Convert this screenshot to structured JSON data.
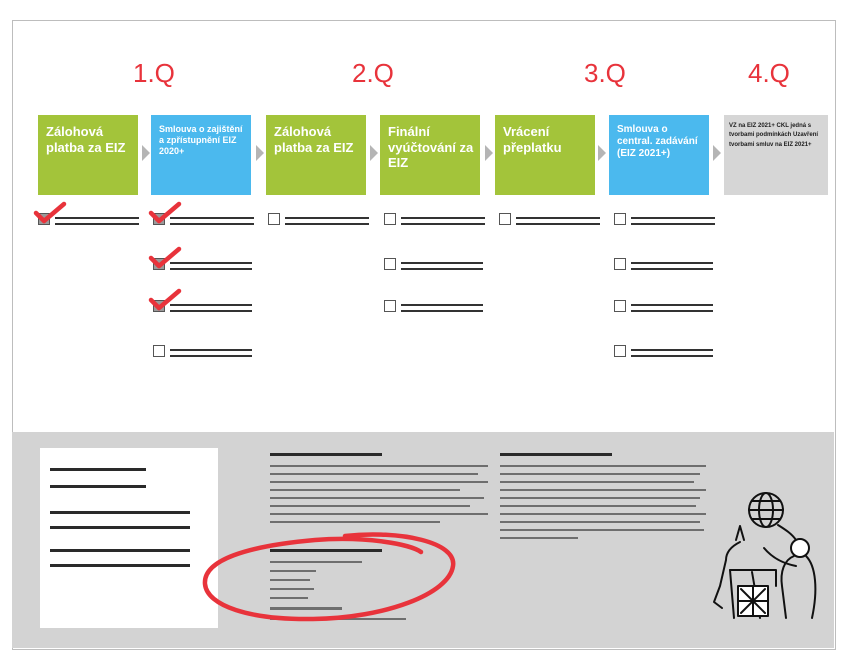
{
  "quarters": [
    "1.Q",
    "2.Q",
    "3.Q",
    "4.Q"
  ],
  "steps": [
    {
      "label": "Zálohová platba za EIZ",
      "color": "#a3c43a"
    },
    {
      "label": "Smlouva o zajištění a zpřístupnění EIZ 2020+",
      "color": "#4bb9ee"
    },
    {
      "label": "Zálohová platba za EIZ",
      "color": "#a3c43a"
    },
    {
      "label": "Finální vyúčtování za EIZ",
      "color": "#a3c43a"
    },
    {
      "label": "Vrácení přeplatku",
      "color": "#a3c43a"
    },
    {
      "label": "Smlouva o central. zadávání (EIZ 2021+)",
      "color": "#4bb9ee"
    },
    {
      "label": "VZ na EIZ 2021+ CKL jedná s tvorbami podmínkách Uzavření tvorbami smluv na EIZ 2021+",
      "color": "#d6d6d6"
    }
  ],
  "colors": {
    "quarter_text": "#e8333b",
    "check_mark": "#e8333b",
    "circle_mark": "#e8333b",
    "bottom_panel": "#d3d3d3"
  },
  "checklists": [
    {
      "column": 1,
      "checked": [
        true
      ]
    },
    {
      "column": 2,
      "checked": [
        true,
        true,
        true,
        false
      ]
    },
    {
      "column": 3,
      "checked": [
        false
      ]
    },
    {
      "column": 4,
      "checked": [
        false,
        false,
        false
      ]
    },
    {
      "column": 5,
      "checked": [
        false
      ]
    },
    {
      "column": 6,
      "checked": [
        false,
        false,
        false,
        false
      ]
    }
  ],
  "icons": [
    "check-mark-icon",
    "checkbox-icon",
    "arrow-right-icon",
    "globe-icon",
    "person-illustration"
  ]
}
